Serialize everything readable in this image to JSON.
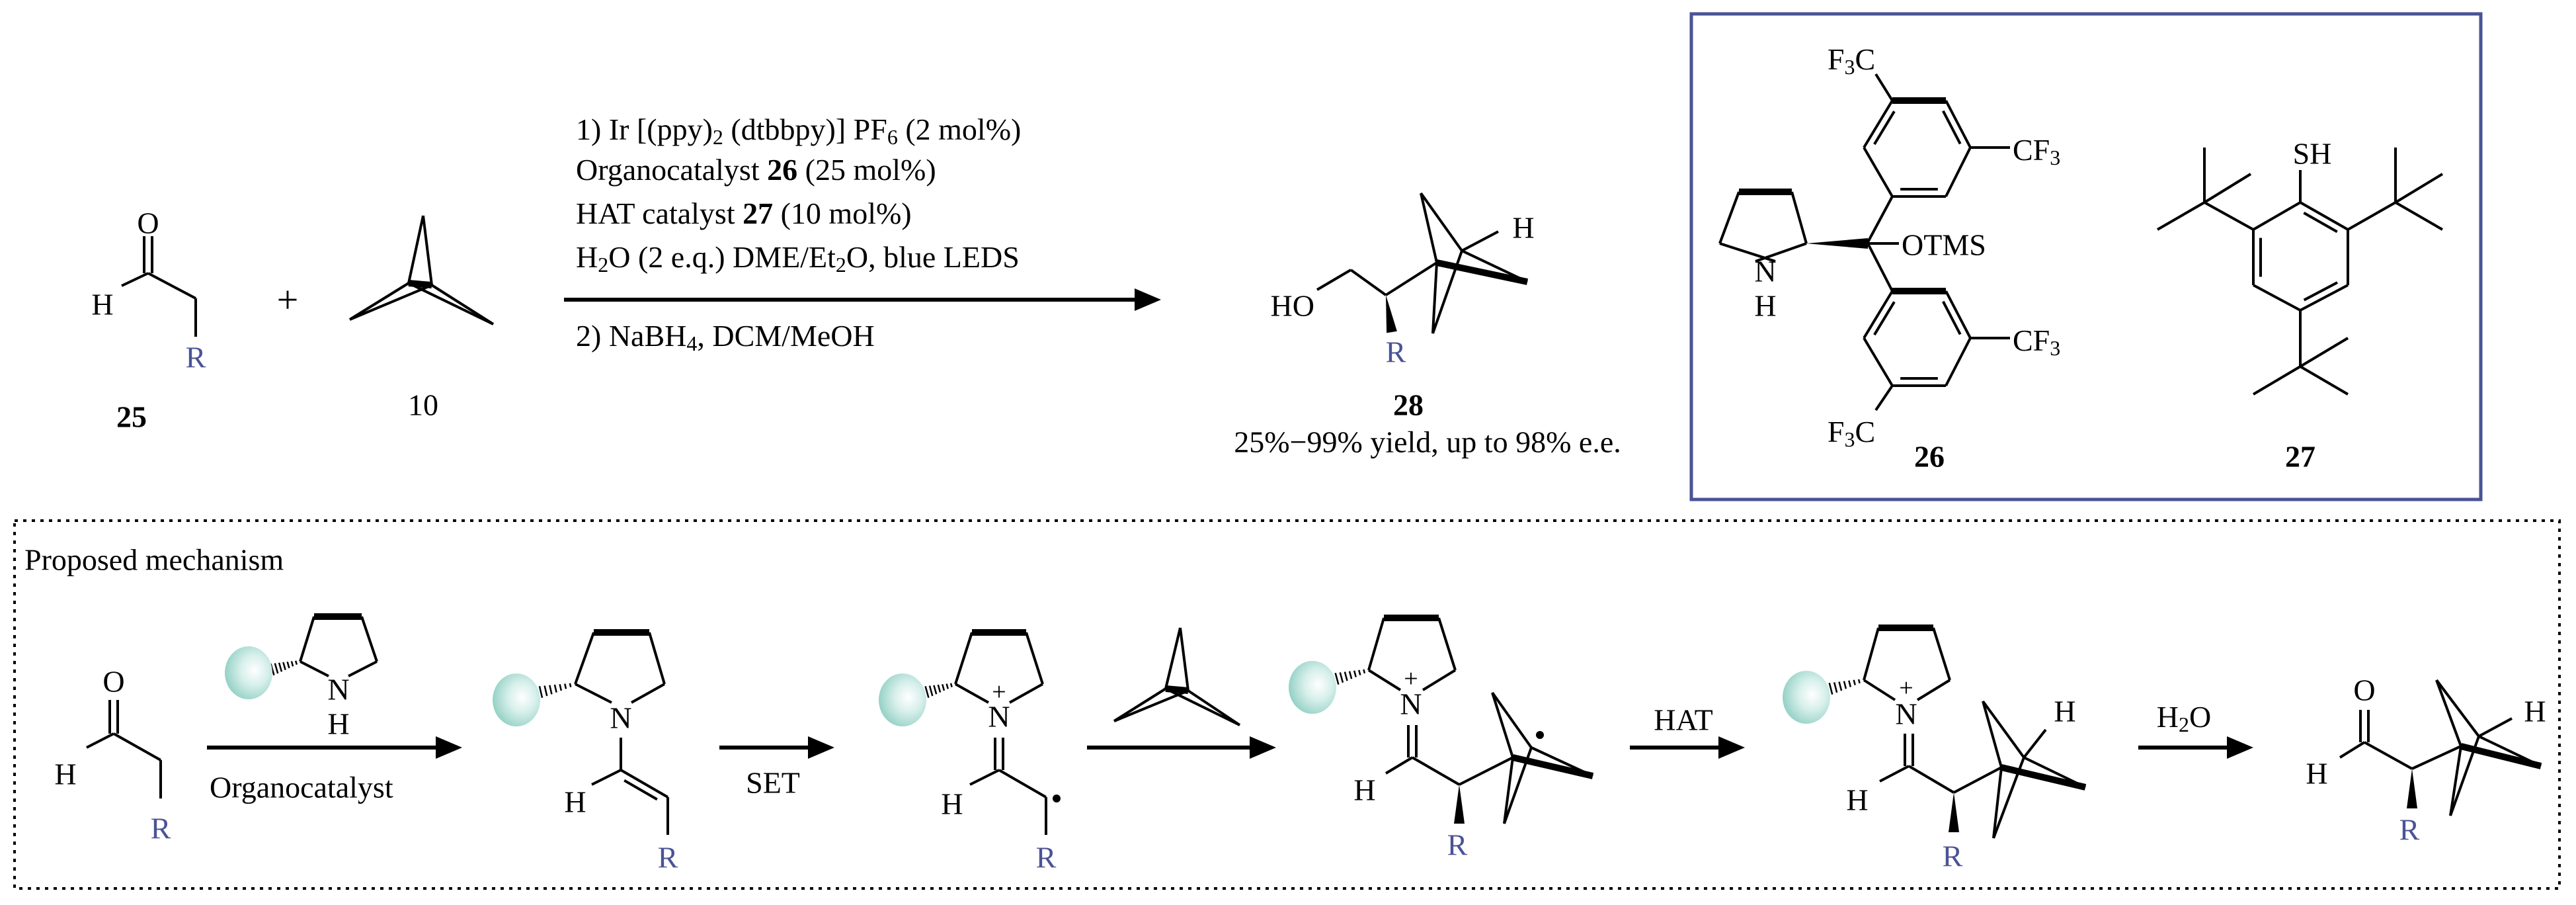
{
  "colors": {
    "ink": "#000000",
    "r_group": "#4a5396",
    "catalyst_box": "#4a5396",
    "catalyst_sphere": "#9fd6cc"
  },
  "reaction": {
    "aldehyde_25": {
      "O": "O",
      "H": "H",
      "R": "R",
      "label": "25"
    },
    "plus": "+",
    "bicyclobutane_10": {
      "label": "10"
    },
    "conditions": {
      "line1": [
        "1) Ir [(ppy)",
        "2",
        " (dtbbpy)] PF",
        "6",
        " (2 mol%)"
      ],
      "line2": [
        "Organocatalyst ",
        "26",
        " (25 mol%)"
      ],
      "line3": [
        "HAT catalyst ",
        "27",
        " (10 mol%)"
      ],
      "line4": [
        "H",
        "2",
        "O (2 e.q.) DME/Et",
        "2",
        "O, blue LEDS"
      ],
      "line5": [
        "2) NaBH",
        "4",
        ", DCM/MeOH"
      ]
    },
    "product_28": {
      "HO": "HO",
      "R": "R",
      "H": "H",
      "label": "28",
      "yield": "25%−99% yield, up to 98% e.e."
    }
  },
  "catalysts": {
    "organocatalyst_26": {
      "F3C_top": [
        "F",
        "3",
        "C"
      ],
      "CF3_top": [
        "CF",
        "3"
      ],
      "OTMS": "OTMS",
      "N": "N",
      "H": "H",
      "CF3_bottom": [
        "CF",
        "3"
      ],
      "F3C_bottom": [
        "F",
        "3",
        "C"
      ],
      "label": "26"
    },
    "hat_catalyst_27": {
      "SH": "SH",
      "label": "27"
    }
  },
  "mechanism": {
    "title": "Proposed mechanism",
    "aldehyde": {
      "O": "O",
      "H": "H",
      "R": "R"
    },
    "catalyst": {
      "N": "N",
      "H": "H"
    },
    "arrow_organocatalyst": "Organocatalyst",
    "enamine": {
      "N": "N",
      "H": "H",
      "R": "R"
    },
    "arrow_set": "SET",
    "iminium_radical": {
      "N": "N",
      "plus": "+",
      "H": "H",
      "R": "R"
    },
    "radical_adduct": {
      "N": "N",
      "plus": "+",
      "H": "H",
      "R": "R"
    },
    "arrow_hat": "HAT",
    "iminium_adduct": {
      "N": "N",
      "plus": "+",
      "H": "H",
      "R": "R",
      "H_bridgehead": "H"
    },
    "arrow_h2o": [
      "H",
      "2",
      "O"
    ],
    "product": {
      "O": "O",
      "H": "H",
      "R": "R",
      "H_bridgehead": "H"
    }
  }
}
